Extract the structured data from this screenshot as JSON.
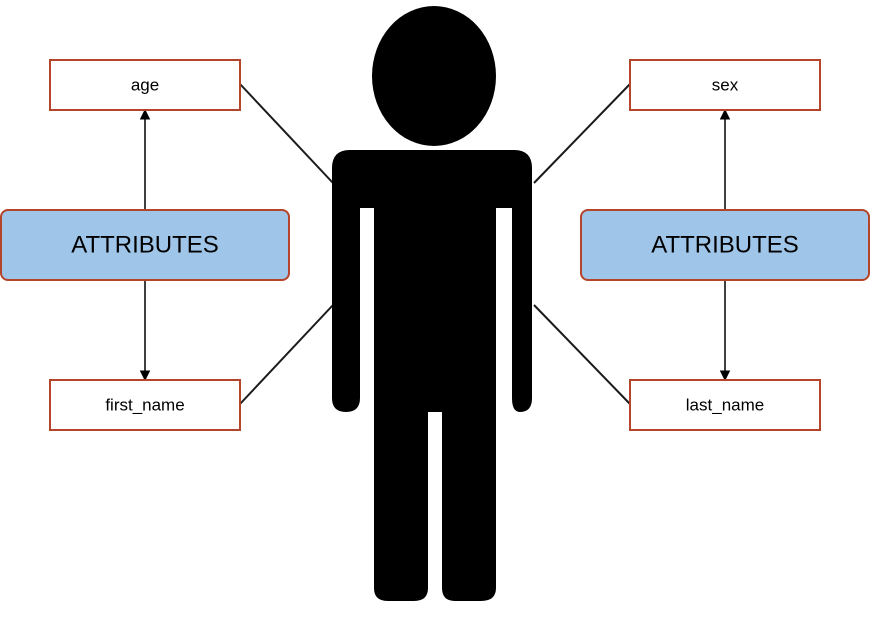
{
  "diagram": {
    "attribute_nodes": {
      "age": "age",
      "sex": "sex",
      "first_name": "first_name",
      "last_name": "last_name"
    },
    "group_labels": {
      "left": "ATTRIBUTES",
      "right": "ATTRIBUTES"
    },
    "entity_icon": "person-icon",
    "colors": {
      "node_border": "#b5452a",
      "group_fill": "#9fc5e8",
      "group_border": "#b5452a",
      "edge": "#1a1a1a",
      "icon": "#000000"
    }
  }
}
